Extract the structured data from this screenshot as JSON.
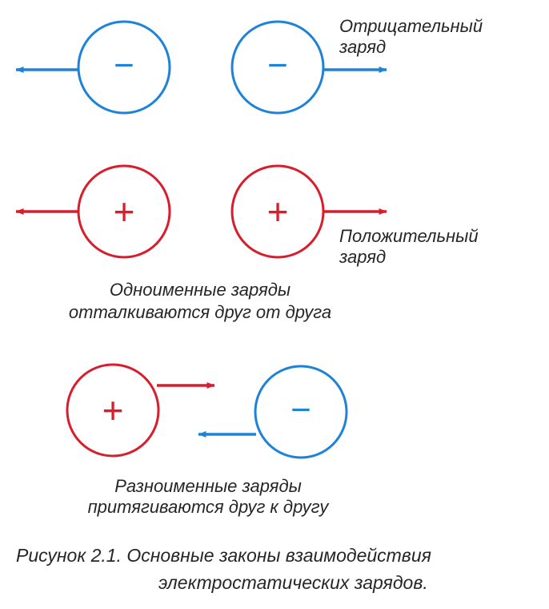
{
  "colors": {
    "negative": "#1d82d8",
    "positive": "#d81d2c",
    "text": "#262626",
    "background": "#ffffff"
  },
  "charges": {
    "negative_symbol": "−",
    "positive_symbol": "+"
  },
  "labels": {
    "negative_charge_line1": "Отрицательный",
    "negative_charge_line2": "заряд",
    "positive_charge_line1": "Положительный",
    "positive_charge_line2": "заряд",
    "like_line1": "Одноименные заряды",
    "like_line2": "отталкиваются друг от друга",
    "unlike_line1": "Разноименные заряды",
    "unlike_line2": "притягиваются друг к другу"
  },
  "caption": {
    "line1": "Рисунок 2.1. Основные законы взаимодействия",
    "line2": "электростатических зарядов."
  }
}
